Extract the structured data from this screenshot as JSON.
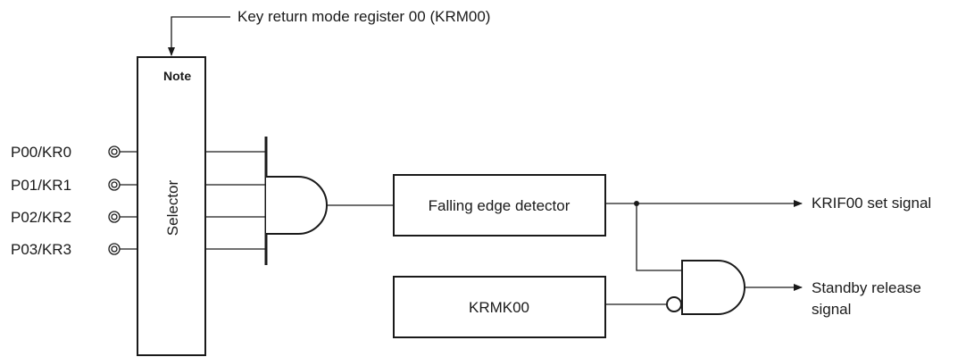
{
  "register_label": "Key return mode register 00 (KRM00)",
  "selector": {
    "note": "Note",
    "label": "Selector"
  },
  "pins": [
    "P00/KR0",
    "P01/KR1",
    "P02/KR2",
    "P03/KR3"
  ],
  "detector_label": "Falling edge detector",
  "mask_label": "KRMK00",
  "outputs": {
    "set_signal": "KRIF00 set signal",
    "standby_line1": "Standby release",
    "standby_line2": "signal"
  }
}
